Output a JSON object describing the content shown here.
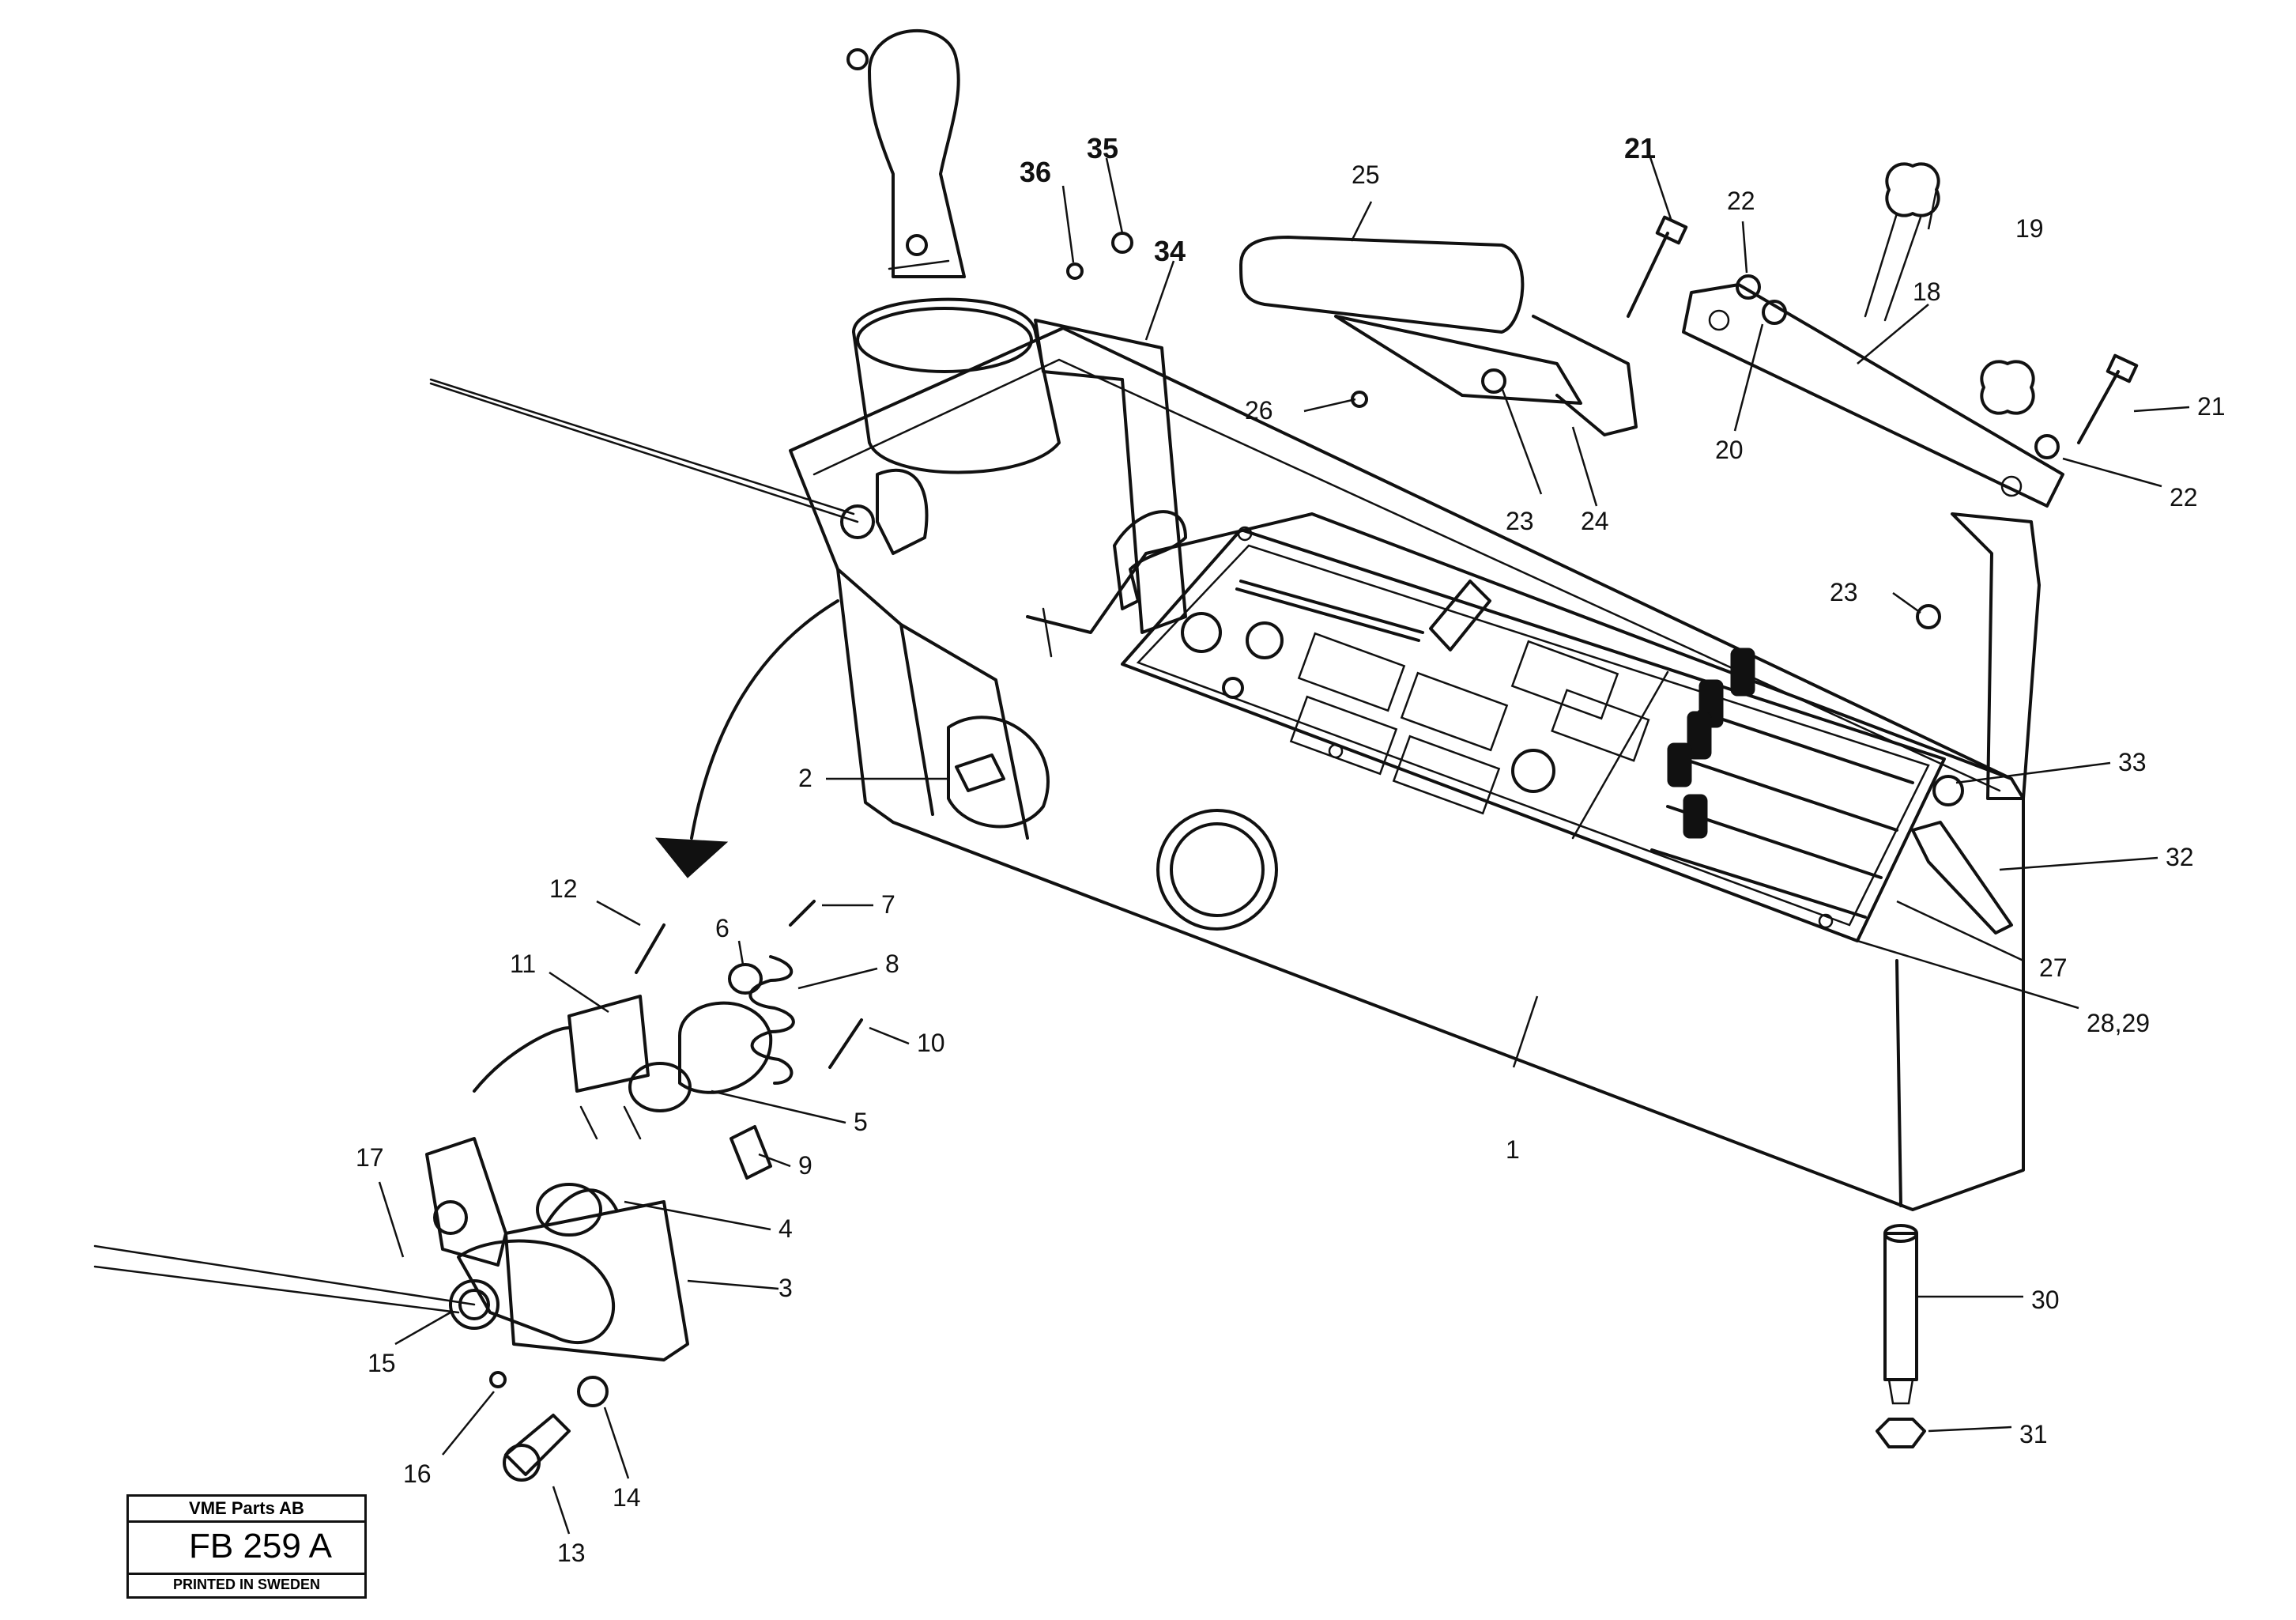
{
  "callouts": [
    "1",
    "2",
    "3",
    "4",
    "5",
    "6",
    "7",
    "8",
    "9",
    "10",
    "11",
    "12",
    "13",
    "14",
    "15",
    "16",
    "17",
    "18",
    "19",
    "20",
    "21",
    "21",
    "22",
    "22",
    "23",
    "23",
    "24",
    "25",
    "26",
    "27",
    "28,29",
    "30",
    "31",
    "32",
    "33",
    "34",
    "35",
    "36"
  ],
  "stamp": {
    "company": "VME Parts AB",
    "code": "FB 259 A",
    "footer": "PRINTED IN SWEDEN"
  }
}
